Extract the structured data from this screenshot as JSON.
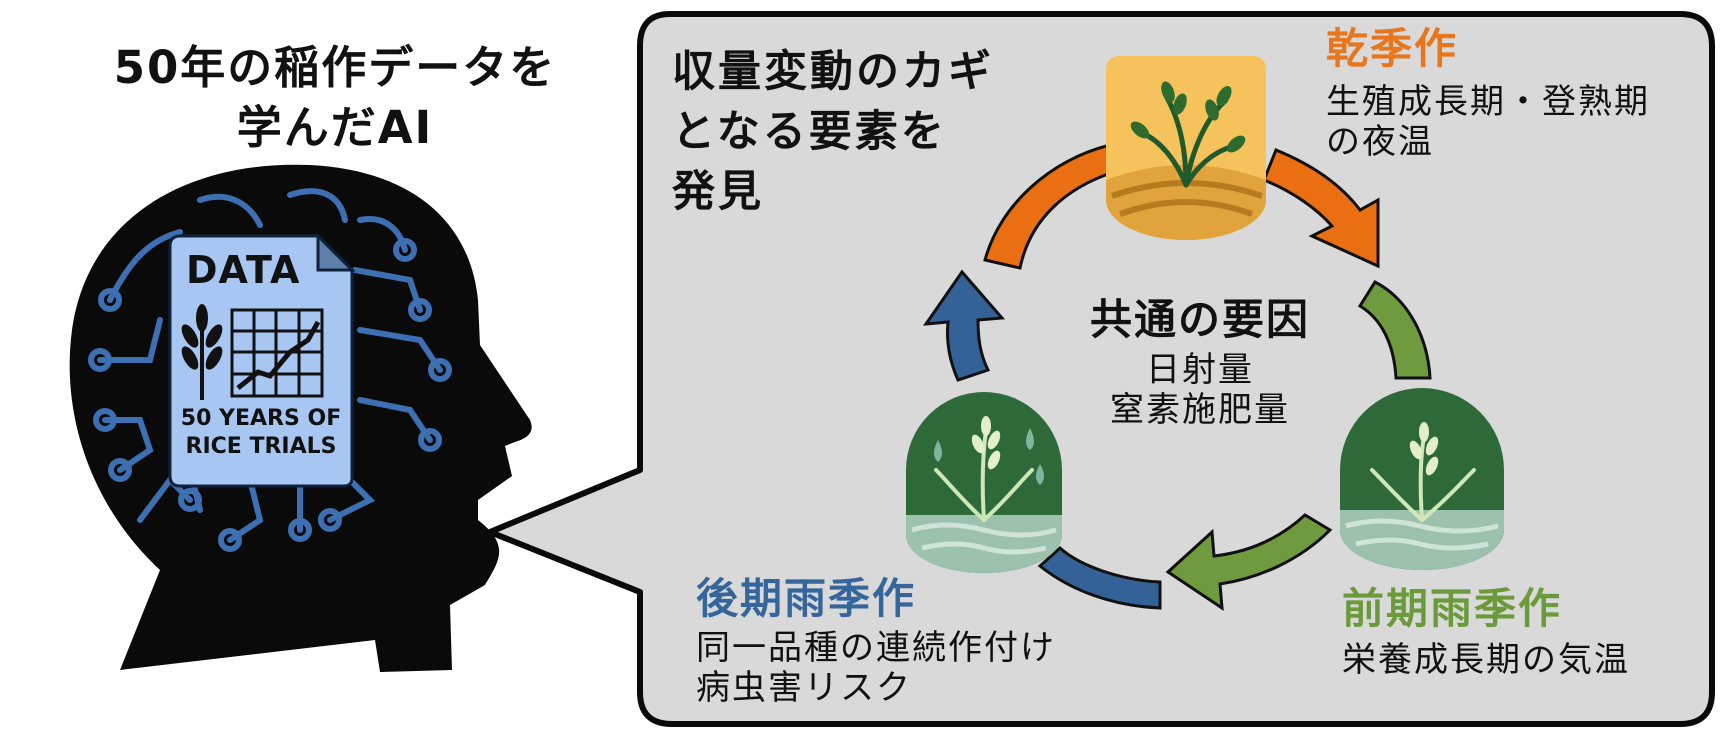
{
  "left_heading": {
    "line1": "50年の稲作データを",
    "line2": "学んだAI"
  },
  "document": {
    "label": "DATA",
    "caption_line1": "50 YEARS OF",
    "caption_line2": "RICE TRIALS"
  },
  "bubble": {
    "heading_lines": [
      "収量変動のカギ",
      "となる要素を",
      "発見"
    ]
  },
  "cycle_center": {
    "title": "共通の要因",
    "items": [
      "日射量",
      "窒素施肥量"
    ]
  },
  "seasons": [
    {
      "id": "dry",
      "name": "乾季作",
      "color": "#e8761c",
      "desc": [
        "生殖成長期・登熟期",
        "の夜温"
      ]
    },
    {
      "id": "early_rainy",
      "name": "前期雨季作",
      "color": "#6a9a3a",
      "desc": [
        "栄養成長期の気温"
      ]
    },
    {
      "id": "late_rainy",
      "name": "後期雨季作",
      "color": "#35669b",
      "desc": [
        "同一品種の連続作付け",
        "病虫害リスク"
      ]
    }
  ],
  "colors": {
    "bubble_fill": "#d9d9d9",
    "arrow_orange": "#e96f12",
    "arrow_green": "#6f9a3e",
    "arrow_blue": "#346296",
    "doc_fill": "#a7c7f2",
    "circuit": "#3d6fb3"
  },
  "icons": [
    "head-silhouette-icon",
    "document-icon",
    "rice-plant-icon",
    "sun-field-icon",
    "water-drop-icon",
    "wave-icon"
  ]
}
